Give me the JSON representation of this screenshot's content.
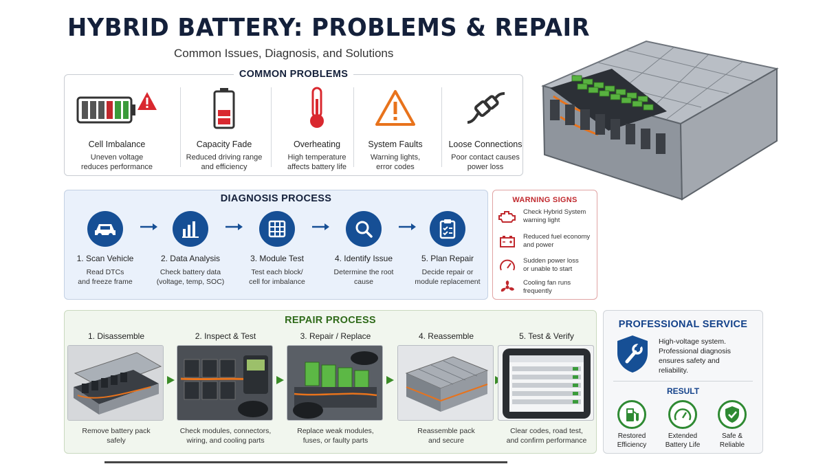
{
  "header": {
    "title": "HYBRID BATTERY: PROBLEMS & REPAIR",
    "subtitle": "Common Issues, Diagnosis, and Solutions"
  },
  "colors": {
    "navy": "#14203a",
    "blue": "#164f95",
    "green": "#2f8a33",
    "red": "#c0282d",
    "orange": "#e8731c"
  },
  "problems": {
    "title": "COMMON PROBLEMS",
    "items": [
      {
        "label": "Cell Imbalance",
        "desc1": "Uneven voltage",
        "desc2": "reduces performance",
        "icon": "battery-warning-icon"
      },
      {
        "label": "Capacity Fade",
        "desc1": "Reduced driving range",
        "desc2": "and efficiency",
        "icon": "low-battery-icon"
      },
      {
        "label": "Overheating",
        "desc1": "High temperature",
        "desc2": "affects battery life",
        "icon": "thermometer-icon"
      },
      {
        "label": "System Faults",
        "desc1": "Warning lights,",
        "desc2": "error codes",
        "icon": "warning-triangle-icon"
      },
      {
        "label": "Loose Connections",
        "desc1": "Poor contact causes",
        "desc2": "power loss",
        "icon": "cable-icon"
      }
    ]
  },
  "diagnosis": {
    "title": "DIAGNOSIS PROCESS",
    "steps": [
      {
        "label": "1. Scan Vehicle",
        "desc1": "Read DTCs",
        "desc2": "and freeze frame",
        "icon": "car-icon"
      },
      {
        "label": "2. Data Analysis",
        "desc1": "Check battery data",
        "desc2": "(voltage, temp, SOC)",
        "icon": "bar-chart-icon"
      },
      {
        "label": "3. Module Test",
        "desc1": "Test each block/",
        "desc2": "cell for imbalance",
        "icon": "module-grid-icon"
      },
      {
        "label": "4. Identify Issue",
        "desc1": "Determine the root",
        "desc2": "cause",
        "icon": "magnifier-icon"
      },
      {
        "label": "5. Plan Repair",
        "desc1": "Decide repair or",
        "desc2": "module replacement",
        "icon": "clipboard-icon"
      }
    ]
  },
  "warning": {
    "title": "WARNING SIGNS",
    "items": [
      {
        "line1": "Check Hybrid System",
        "line2": "warning light",
        "icon": "engine-light-icon"
      },
      {
        "line1": "Reduced fuel economy",
        "line2": "and power",
        "icon": "battery-outline-icon"
      },
      {
        "line1": "Sudden power loss",
        "line2": "or unable to start",
        "icon": "gauge-icon"
      },
      {
        "line1": "Cooling fan runs",
        "line2": "frequently",
        "icon": "fan-icon"
      }
    ]
  },
  "repair": {
    "title": "REPAIR PROCESS",
    "steps": [
      {
        "label": "1. Disassemble",
        "desc1": "Remove battery pack",
        "desc2": "safely"
      },
      {
        "label": "2. Inspect & Test",
        "desc1": "Check modules, connectors,",
        "desc2": "wiring, and cooling parts"
      },
      {
        "label": "3. Repair / Replace",
        "desc1": "Replace weak modules,",
        "desc2": "fuses, or faulty parts"
      },
      {
        "label": "4. Reassemble",
        "desc1": "Reassemble pack",
        "desc2": "and secure"
      },
      {
        "label": "5. Test & Verify",
        "desc1": "Clear codes, road test,",
        "desc2": "and confirm performance"
      }
    ]
  },
  "professional": {
    "title": "PROFESSIONAL SERVICE",
    "line1": "High-voltage system.",
    "line2": "Professional diagnosis",
    "line3": "ensures safety and",
    "line4": "reliability.",
    "result_title": "RESULT",
    "results": [
      {
        "line1": "Restored",
        "line2": "Efficiency",
        "icon": "fuel-pump-icon"
      },
      {
        "line1": "Extended",
        "line2": "Battery Life",
        "icon": "gauge-icon"
      },
      {
        "line1": "Safe &",
        "line2": "Reliable",
        "icon": "shield-check-icon"
      }
    ]
  }
}
